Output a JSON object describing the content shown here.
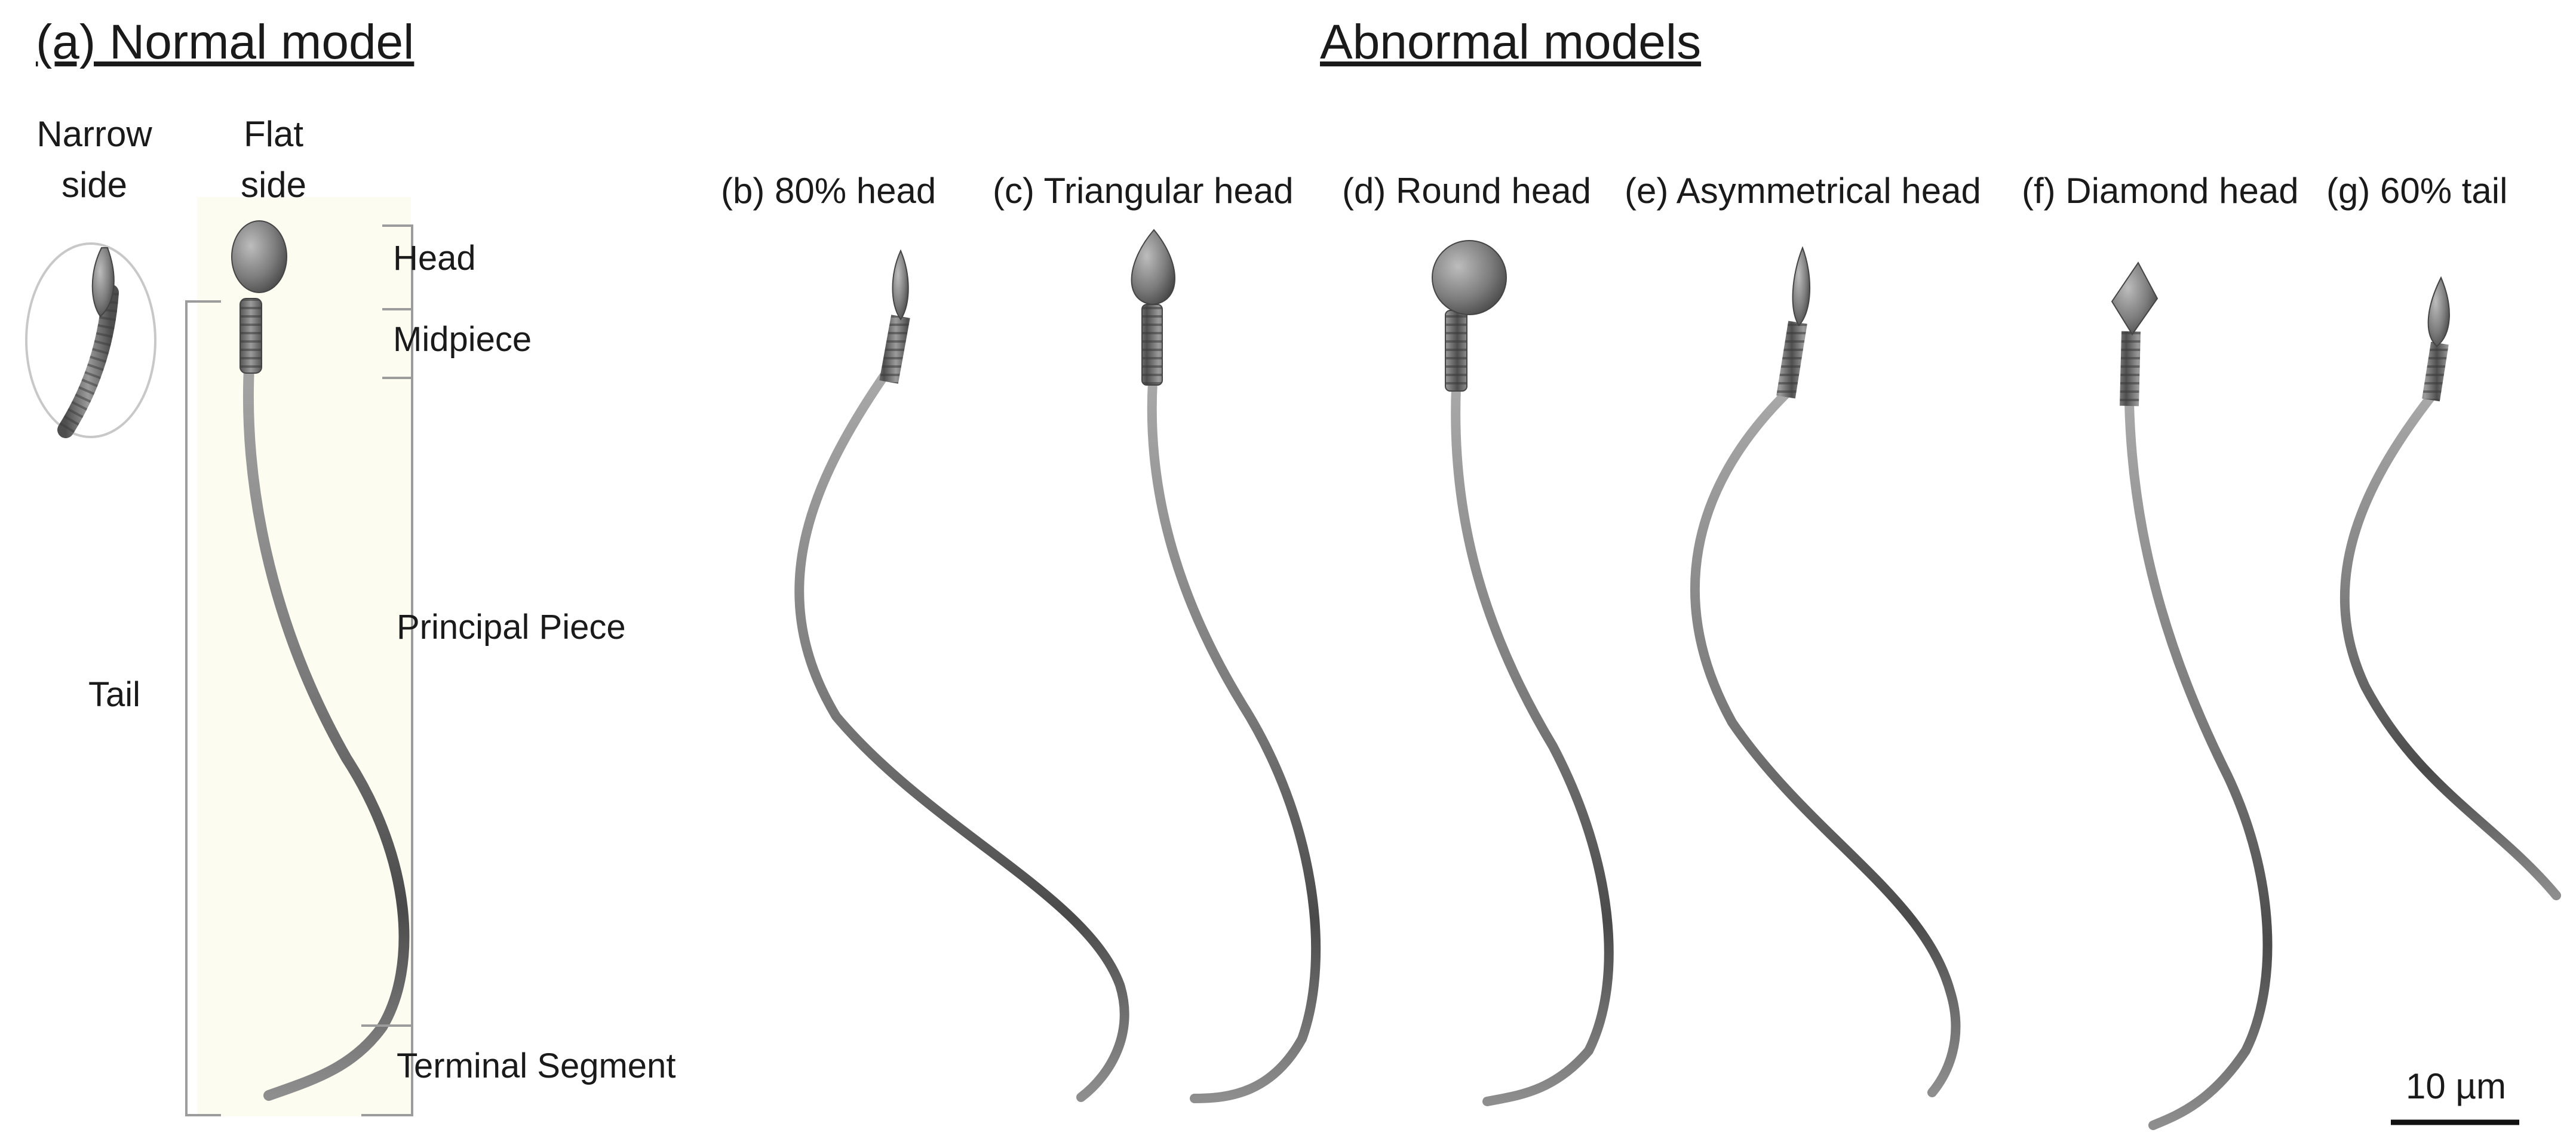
{
  "normal": {
    "title": "(a) Normal model",
    "narrow_side": [
      "Narrow",
      "side"
    ],
    "flat_side": [
      "Flat",
      "side"
    ],
    "parts": {
      "head": "Head",
      "midpiece": "Midpiece",
      "principal": "Principal Piece",
      "terminal": "Terminal Segment",
      "tail": "Tail"
    }
  },
  "abnormal": {
    "title": "Abnormal models",
    "models": [
      {
        "label": "(b) 80% head"
      },
      {
        "label": "(c) Triangular head"
      },
      {
        "label": "(d) Round head"
      },
      {
        "label": "(e) Asymmetrical head"
      },
      {
        "label": "(f) Diamond head"
      },
      {
        "label": "(g) 60% tail"
      }
    ]
  },
  "scale_bar": {
    "label": "10 µm"
  },
  "colors": {
    "background": "#ffffff",
    "highlight": "#fdfcf1",
    "sperm_dark": "#3d3d3d",
    "sperm_light": "#9a9a9a",
    "bracket": "#9c9c9c"
  }
}
